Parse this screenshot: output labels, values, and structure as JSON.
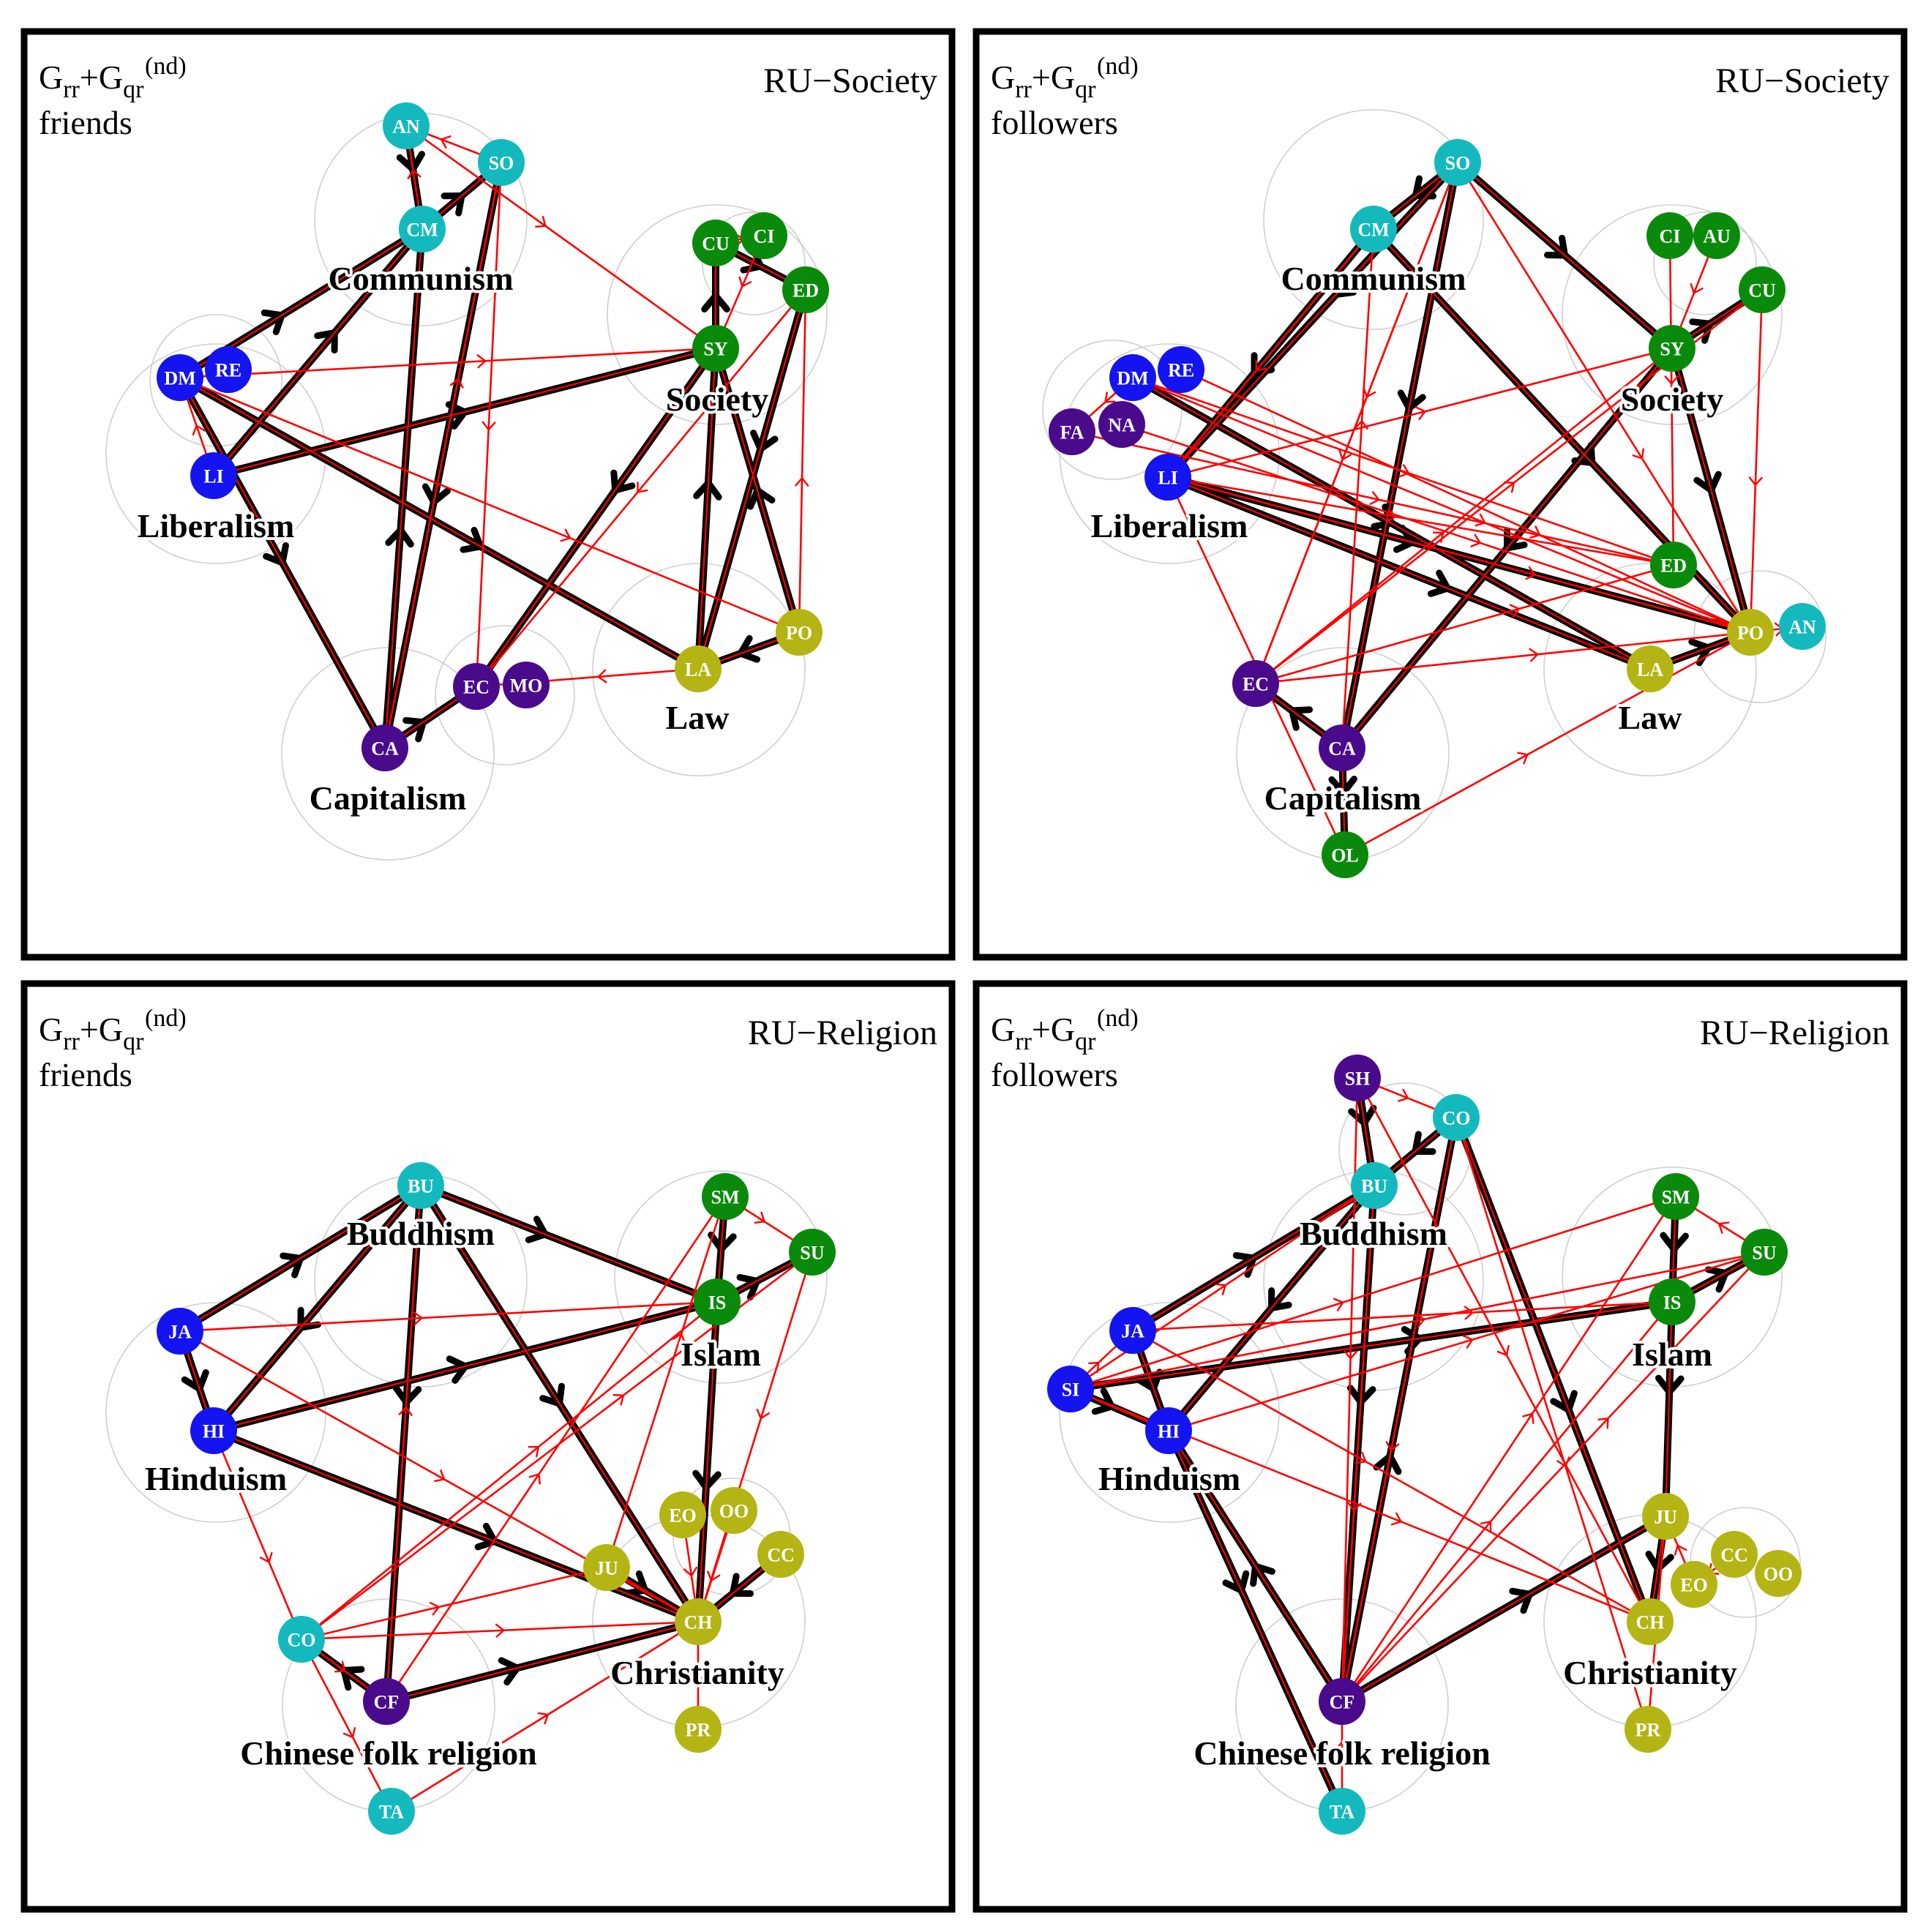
{
  "colors": {
    "cyan": "#14b9be",
    "green": "#0a8a0a",
    "blue": "#1414f0",
    "purple": "#4a0a8c",
    "olive": "#b4b414",
    "black_edge": "#000000",
    "red_edge": "#ff0000"
  },
  "panels": [
    {
      "id": "society-friends",
      "header_base": "G",
      "header_sub1": "rr",
      "header_plus": "+G",
      "header_sub2": "qr",
      "header_sup": "(nd)",
      "header_line2": "friends",
      "tag": "RU−Society",
      "groups": [
        "Communism",
        "Liberalism",
        "Society",
        "Law",
        "Capitalism"
      ],
      "nodes": [
        "AN",
        "SO",
        "CM",
        "CU",
        "CI",
        "ED",
        "SY",
        "DM",
        "RE",
        "LI",
        "PO",
        "LA",
        "EC",
        "MO",
        "CA"
      ]
    },
    {
      "id": "society-followers",
      "header_base": "G",
      "header_sub1": "rr",
      "header_plus": "+G",
      "header_sub2": "qr",
      "header_sup": "(nd)",
      "header_line2": "followers",
      "tag": "RU−Society",
      "groups": [
        "Communism",
        "Liberalism",
        "Society",
        "Law",
        "Capitalism"
      ],
      "nodes": [
        "SO",
        "CM",
        "CI",
        "AU",
        "CU",
        "SY",
        "DM",
        "RE",
        "FA",
        "NA",
        "LI",
        "ED",
        "PO",
        "AN",
        "LA",
        "EC",
        "CA",
        "OL"
      ]
    },
    {
      "id": "religion-friends",
      "header_base": "G",
      "header_sub1": "rr",
      "header_plus": "+G",
      "header_sub2": "qr",
      "header_sup": "(nd)",
      "header_line2": "friends",
      "tag": "RU−Religion",
      "groups": [
        "Buddhism",
        "Islam",
        "Hinduism",
        "Christianity",
        "Chinese folk religion"
      ],
      "nodes": [
        "BU",
        "SM",
        "SU",
        "IS",
        "JA",
        "HI",
        "EO",
        "OO",
        "CC",
        "JU",
        "CH",
        "CO",
        "CF",
        "PR",
        "TA"
      ]
    },
    {
      "id": "religion-followers",
      "header_base": "G",
      "header_sub1": "rr",
      "header_plus": "+G",
      "header_sub2": "qr",
      "header_sup": "(nd)",
      "header_line2": "followers",
      "tag": "RU−Religion",
      "groups": [
        "Buddhism",
        "Islam",
        "Hinduism",
        "Christianity",
        "Chinese folk religion"
      ],
      "nodes": [
        "SH",
        "CO",
        "BU",
        "SM",
        "SU",
        "IS",
        "JA",
        "SI",
        "HI",
        "JU",
        "CC",
        "OO",
        "EO",
        "CH",
        "CF",
        "PR",
        "TA"
      ]
    }
  ]
}
